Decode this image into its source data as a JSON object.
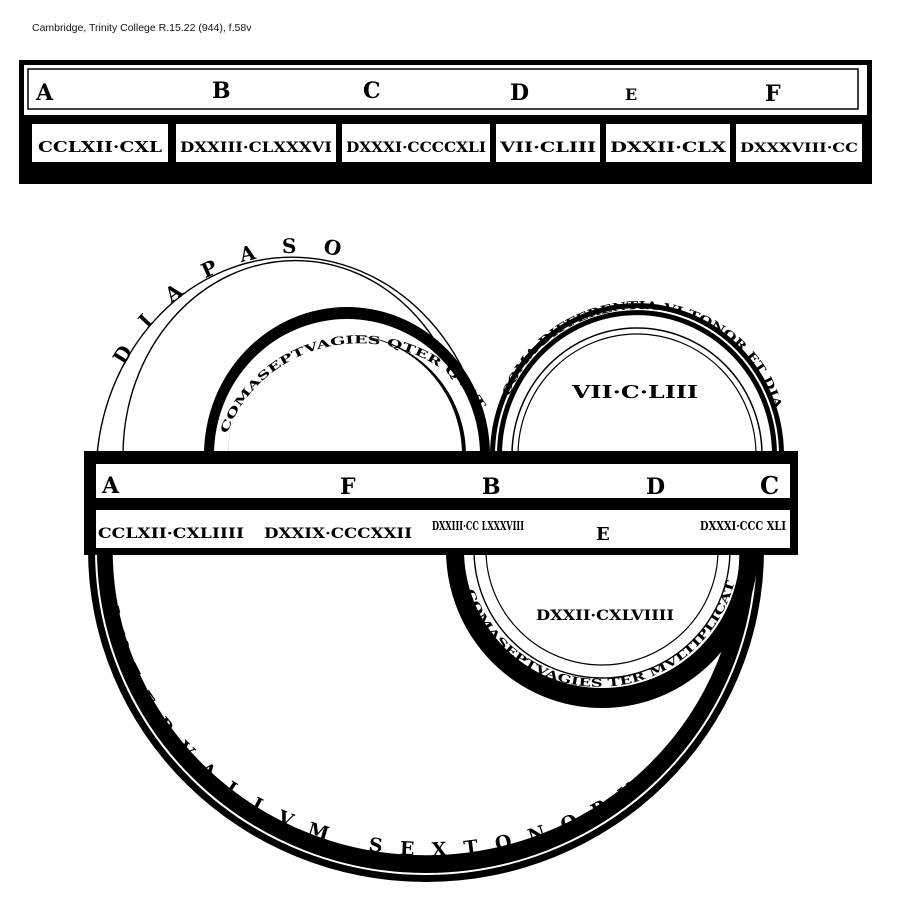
{
  "caption": "Cambridge, Trinity College R.15.22 (944), f.58v",
  "top_table": {
    "letters": [
      "A",
      "B",
      "C",
      "D",
      "E",
      "F"
    ],
    "numbers": [
      "CCLXII·CXL",
      "DXXIII·CLXXXVI",
      "DXXXI·CCCCXLI",
      "VII·CLIII",
      "DXXII·CLX",
      "DXXXVIII·CC"
    ]
  },
  "left_loop": {
    "outer_letters": "DIAPASO",
    "inner_band": "COMASEPTVAGIES QTER QVLTIPLICATVM"
  },
  "right_loop": {
    "band": "COMA DIFFERENTIA VI TONOR ET DIAPASON",
    "center_number": "VII·C·LIII"
  },
  "mid_table": {
    "letters": [
      "A",
      "F",
      "B",
      "D",
      "C"
    ],
    "numbers": [
      "CCLXII·CXLIIII",
      "DXXIX·CCCXXII",
      "DXXIII·CC LXXXVIII",
      "DXXXI·CCC XLI"
    ],
    "center_letter": "E"
  },
  "lower_right_loop": {
    "band": "COMASEPTVAGIES TER MVLTIPLICATVM",
    "center_number": "DXXII·CXLVIIII"
  },
  "bottom_arc": {
    "text": "INTERVALLVM SEXTONORVM"
  }
}
